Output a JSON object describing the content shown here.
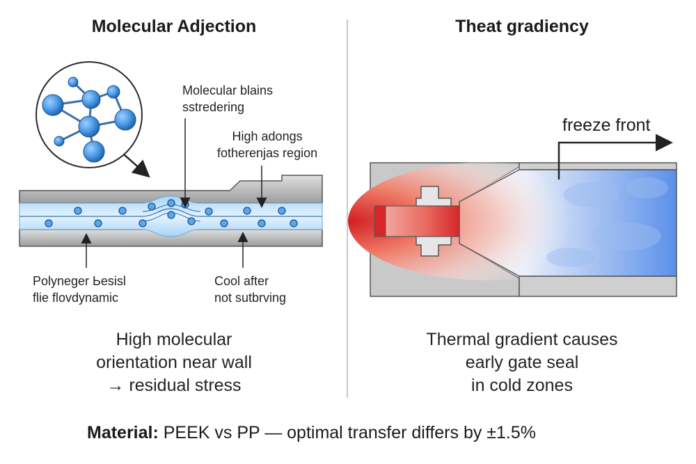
{
  "left_panel": {
    "title": "Molecular Adjection",
    "label_top": [
      "Molecular blains",
      "sstredering"
    ],
    "label_mid": [
      "High adongs",
      "fotherenjas region"
    ],
    "label_bottom_left": [
      "Polyneger Ьesisl",
      "flie flovdynamic"
    ],
    "label_bottom_right": [
      "Cool after",
      "not sutbrving"
    ],
    "caption": [
      "High molecular",
      "orientation near wall",
      "→ residual stress"
    ]
  },
  "right_panel": {
    "title": "Theat gradiency",
    "arrow_label": "freeze front",
    "caption": [
      "Thermal gradient causes",
      "early gate seal",
      "in cold zones"
    ]
  },
  "footer": {
    "bold": "Material:",
    "text": " PEEK vs PP — optimal transfer differs by ±1.5%"
  },
  "colors": {
    "molecule_blue": "#4a9ae8",
    "channel_blue": "#bfe0f7",
    "steel_gray": "#c8c8c8",
    "hot_red": "#d8262a",
    "cold_blue": "#3f7fe6"
  }
}
